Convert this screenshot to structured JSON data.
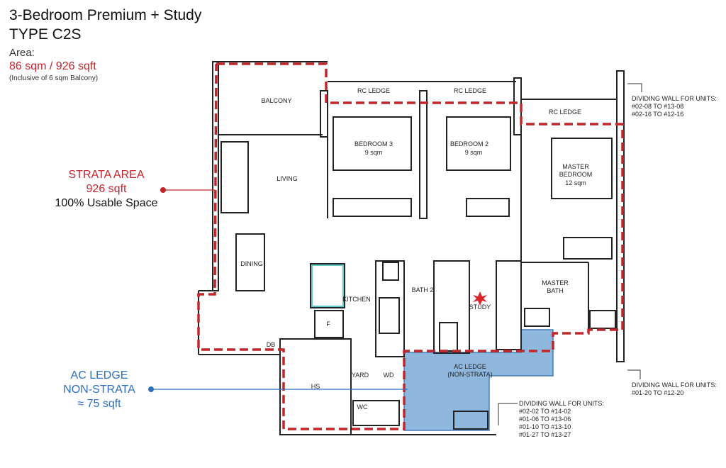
{
  "header": {
    "title": "3-Bedroom Premium + Study",
    "type": "TYPE C2S",
    "area_label": "Area:",
    "area_value": "86 sqm / 926 sqft",
    "area_note": "(Inclusive of 6 sqm Balcony)"
  },
  "strata": {
    "title": "STRATA AREA",
    "value": "926 sqft",
    "note": "100% Usable Space",
    "color": "#c0262c"
  },
  "ac_ledge": {
    "title": "AC LEDGE",
    "subtitle": "NON-STRATA",
    "value": "≈ 75 sqft",
    "color": "#2e6fc0",
    "fill": "#8fb6dc"
  },
  "rooms": {
    "balcony": "BALCONY",
    "living": "LIVING",
    "dining": "DINING",
    "kitchen": "KITCHEN",
    "bed3": "BEDROOM 3",
    "bed3_area": "9 sqm",
    "bed2": "BEDROOM 2",
    "bed2_area": "9 sqm",
    "master": "MASTER",
    "master2": "BEDROOM",
    "master_area": "12 sqm",
    "master_bath1": "MASTER",
    "master_bath2": "BATH",
    "bath2": "BATH 2",
    "study": "STUDY",
    "yard": "YARD",
    "hs": "HS",
    "wc": "WC",
    "wd": "WD",
    "db": "DB",
    "f": "F",
    "rc1": "RC LEDGE",
    "rc2": "RC LEDGE",
    "rc3": "RC LEDGE",
    "ac1": "AC LEDGE",
    "ac2": "(NON-STRATA)"
  },
  "notes": {
    "top": [
      "DIVIDING WALL FOR UNITS:",
      "#02-08 TO #13-08",
      "#02-16 TO #12-16"
    ],
    "right": [
      "DIVIDING WALL FOR UNITS:",
      "#01-20 TO #12-20"
    ],
    "bottom": [
      "DIVIDING WALL FOR UNITS:",
      "#02-02 TO #14-02",
      "#01-06 TO #13-06",
      "#01-10 TO #13-10",
      "#01-27 TO #13-27"
    ]
  }
}
